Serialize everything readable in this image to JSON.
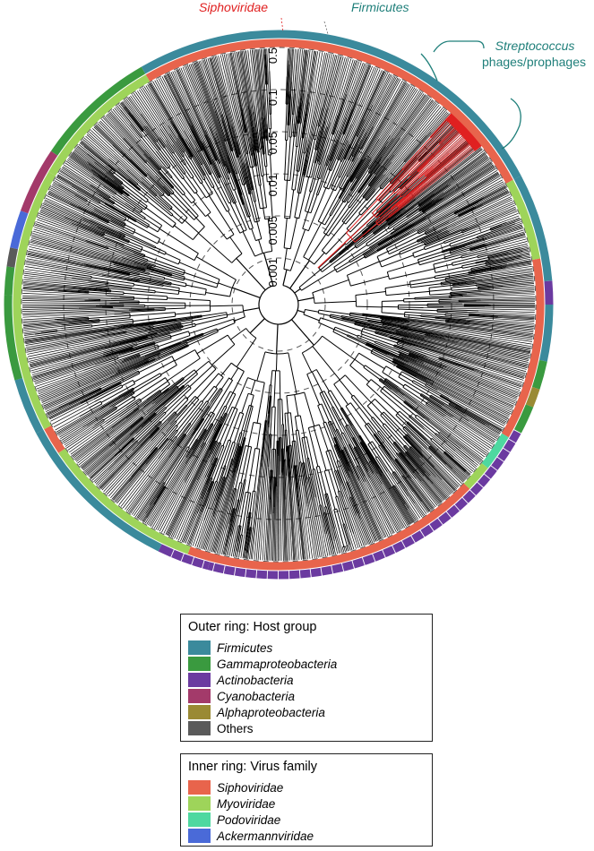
{
  "annotations": {
    "siphoviridae": "Siphoviridae",
    "firmicutes": "Firmicutes",
    "streptococcus_genus": "Streptococcus",
    "streptococcus_rest": "phages/prophages"
  },
  "scale_labels": [
    "0.5",
    "0.1",
    "0.05",
    "0.01",
    "0.005",
    "0.001"
  ],
  "colors": {
    "Firmicutes": "#3b8a9c",
    "Gammaproteobacteria": "#3a9a3f",
    "Actinobacteria": "#6b3aa0",
    "Cyanobacteria": "#a33a6a",
    "Alphaproteobacteria": "#9a8a34",
    "Others": "#5a5a5a",
    "Siphoviridae": "#e8644c",
    "Myoviridae": "#9ed45a",
    "Podoviridae": "#4ed8a0",
    "Ackermannviridae": "#4a6ad8",
    "highlight": "#e02020",
    "annotation_teal": "#1f7f7a"
  },
  "outer_ring": [
    {
      "start": 0,
      "end": 62,
      "group": "Firmicutes"
    },
    {
      "start": 62,
      "end": 85,
      "group": "Firmicutes"
    },
    {
      "start": 85,
      "end": 90,
      "group": "Actinobacteria"
    },
    {
      "start": 90,
      "end": 102,
      "group": "Firmicutes"
    },
    {
      "start": 102,
      "end": 108,
      "group": "Gammaproteobacteria"
    },
    {
      "start": 108,
      "end": 112,
      "group": "Alphaproteobacteria"
    },
    {
      "start": 112,
      "end": 118,
      "group": "Gammaproteobacteria"
    },
    {
      "start": 118,
      "end": 148,
      "group": "Actinobacteria"
    },
    {
      "start": 148,
      "end": 195,
      "group": "Actinobacteria"
    },
    {
      "start": 195,
      "end": 206,
      "group": "Actinobacteria"
    },
    {
      "start": 206,
      "end": 242,
      "group": "Firmicutes"
    },
    {
      "start": 242,
      "end": 254,
      "group": "Firmicutes"
    },
    {
      "start": 254,
      "end": 272,
      "group": "Gammaproteobacteria"
    },
    {
      "start": 272,
      "end": 278,
      "group": "Gammaproteobacteria"
    },
    {
      "start": 278,
      "end": 282,
      "group": "Others"
    },
    {
      "start": 282,
      "end": 290,
      "group": "Ackermannviridae"
    },
    {
      "start": 290,
      "end": 304,
      "group": "Cyanobacteria"
    },
    {
      "start": 304,
      "end": 330,
      "group": "Gammaproteobacteria"
    },
    {
      "start": 330,
      "end": 360,
      "group": "Firmicutes"
    }
  ],
  "inner_ring": [
    {
      "start": 0,
      "end": 62,
      "family": "Siphoviridae"
    },
    {
      "start": 62,
      "end": 80,
      "family": "Myoviridae"
    },
    {
      "start": 80,
      "end": 120,
      "family": "Siphoviridae"
    },
    {
      "start": 120,
      "end": 128,
      "family": "Podoviridae"
    },
    {
      "start": 128,
      "end": 134,
      "family": "Myoviridae"
    },
    {
      "start": 134,
      "end": 200,
      "family": "Siphoviridae"
    },
    {
      "start": 200,
      "end": 236,
      "family": "Myoviridae"
    },
    {
      "start": 236,
      "end": 242,
      "family": "Siphoviridae"
    },
    {
      "start": 242,
      "end": 300,
      "family": "Myoviridae"
    },
    {
      "start": 300,
      "end": 330,
      "family": "Myoviridae"
    },
    {
      "start": 330,
      "end": 360,
      "family": "Siphoviridae"
    }
  ],
  "legend_outer": {
    "title": "Outer ring: Host group",
    "items": [
      {
        "label": "Firmicutes",
        "color": "#3b8a9c",
        "italic": true
      },
      {
        "label": "Gammaproteobacteria",
        "color": "#3a9a3f",
        "italic": true
      },
      {
        "label": "Actinobacteria",
        "color": "#6b3aa0",
        "italic": true
      },
      {
        "label": "Cyanobacteria",
        "color": "#a33a6a",
        "italic": true
      },
      {
        "label": "Alphaproteobacteria",
        "color": "#9a8a34",
        "italic": true
      },
      {
        "label": "Others",
        "color": "#5a5a5a",
        "italic": false
      }
    ]
  },
  "legend_inner": {
    "title": "Inner ring: Virus family",
    "items": [
      {
        "label": "Siphoviridae",
        "color": "#e8644c",
        "italic": true
      },
      {
        "label": "Myoviridae",
        "color": "#9ed45a",
        "italic": true
      },
      {
        "label": "Podoviridae",
        "color": "#4ed8a0",
        "italic": true
      },
      {
        "label": "Ackermannviridae",
        "color": "#4a6ad8",
        "italic": true
      }
    ]
  }
}
